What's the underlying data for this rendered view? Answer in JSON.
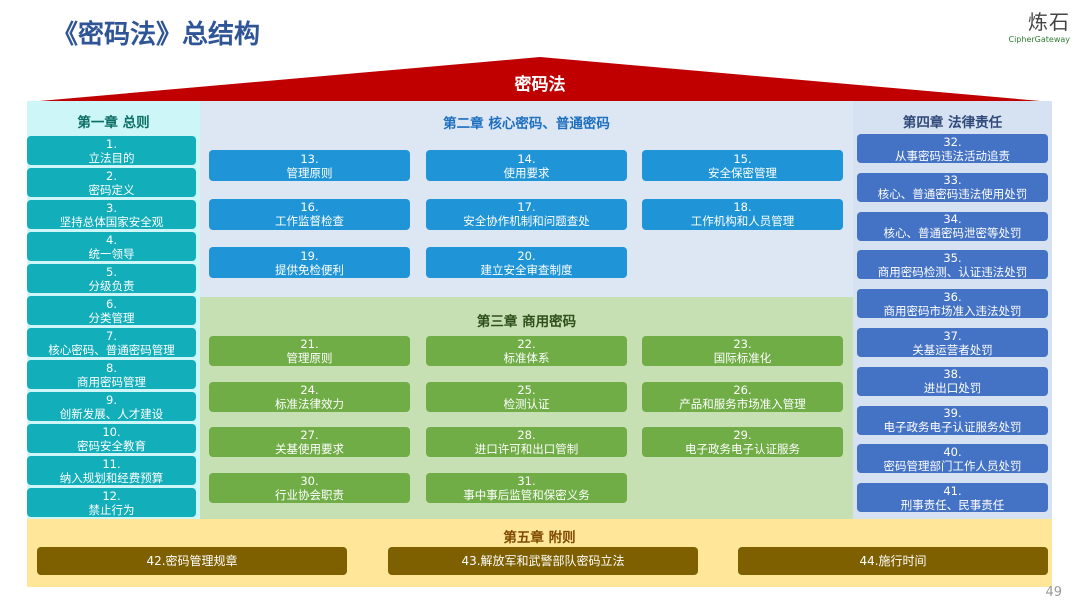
{
  "title": "《密码法》总结构",
  "logo": {
    "cn": "炼石",
    "en": "CipherGateway"
  },
  "roof": "密码法",
  "page_number": "49",
  "colors": {
    "roof": "#C00000",
    "ch1": "#12AEBA",
    "ch2": "#1F94D6",
    "ch3": "#70AD47",
    "ch4": "#4472C4",
    "ch5": "#7F6000"
  },
  "ch1": {
    "title": "第一章 总则",
    "items": [
      {
        "n": "1.",
        "t": "立法目的"
      },
      {
        "n": "2.",
        "t": "密码定义"
      },
      {
        "n": "3.",
        "t": "坚持总体国家安全观"
      },
      {
        "n": "4.",
        "t": "统一领导"
      },
      {
        "n": "5.",
        "t": "分级负责"
      },
      {
        "n": "6.",
        "t": "分类管理"
      },
      {
        "n": "7.",
        "t": "核心密码、普通密码管理"
      },
      {
        "n": "8.",
        "t": "商用密码管理"
      },
      {
        "n": "9.",
        "t": "创新发展、人才建设"
      },
      {
        "n": "10.",
        "t": "密码安全教育"
      },
      {
        "n": "11.",
        "t": "纳入规划和经费预算"
      },
      {
        "n": "12.",
        "t": "禁止行为"
      }
    ]
  },
  "ch2": {
    "title": "第二章 核心密码、普通密码",
    "items": [
      {
        "n": "13.",
        "t": "管理原则"
      },
      {
        "n": "14.",
        "t": "使用要求"
      },
      {
        "n": "15.",
        "t": "安全保密管理"
      },
      {
        "n": "16.",
        "t": "工作监督检查"
      },
      {
        "n": "17.",
        "t": "安全协作机制和问题查处"
      },
      {
        "n": "18.",
        "t": "工作机构和人员管理"
      },
      {
        "n": "19.",
        "t": "提供免检便利"
      },
      {
        "n": "20.",
        "t": "建立安全审查制度"
      }
    ]
  },
  "ch3": {
    "title": "第三章 商用密码",
    "items": [
      {
        "n": "21.",
        "t": "管理原则"
      },
      {
        "n": "22.",
        "t": "标准体系"
      },
      {
        "n": "23.",
        "t": "国际标准化"
      },
      {
        "n": "24.",
        "t": "标准法律效力"
      },
      {
        "n": "25.",
        "t": "检测认证"
      },
      {
        "n": "26.",
        "t": "产品和服务市场准入管理"
      },
      {
        "n": "27.",
        "t": "关基使用要求"
      },
      {
        "n": "28.",
        "t": "进口许可和出口管制"
      },
      {
        "n": "29.",
        "t": "电子政务电子认证服务"
      },
      {
        "n": "30.",
        "t": "行业协会职责"
      },
      {
        "n": "31.",
        "t": "事中事后监管和保密义务"
      }
    ]
  },
  "ch4": {
    "title": "第四章 法律责任",
    "items": [
      {
        "n": "32.",
        "t": "从事密码违法活动追责"
      },
      {
        "n": "33.",
        "t": "核心、普通密码违法使用处罚"
      },
      {
        "n": "34.",
        "t": "核心、普通密码泄密等处罚"
      },
      {
        "n": "35.",
        "t": "商用密码检测、认证违法处罚"
      },
      {
        "n": "36.",
        "t": "商用密码市场准入违法处罚"
      },
      {
        "n": "37.",
        "t": "关基运营者处罚"
      },
      {
        "n": "38.",
        "t": "进出口处罚"
      },
      {
        "n": "39.",
        "t": "电子政务电子认证服务处罚"
      },
      {
        "n": "40.",
        "t": "密码管理部门工作人员处罚"
      },
      {
        "n": "41.",
        "t": "刑事责任、民事责任"
      }
    ]
  },
  "ch5": {
    "title": "第五章 附则",
    "items": [
      {
        "t": "42.密码管理规章"
      },
      {
        "t": "43.解放军和武警部队密码立法"
      },
      {
        "t": "44.施行时间"
      }
    ]
  }
}
